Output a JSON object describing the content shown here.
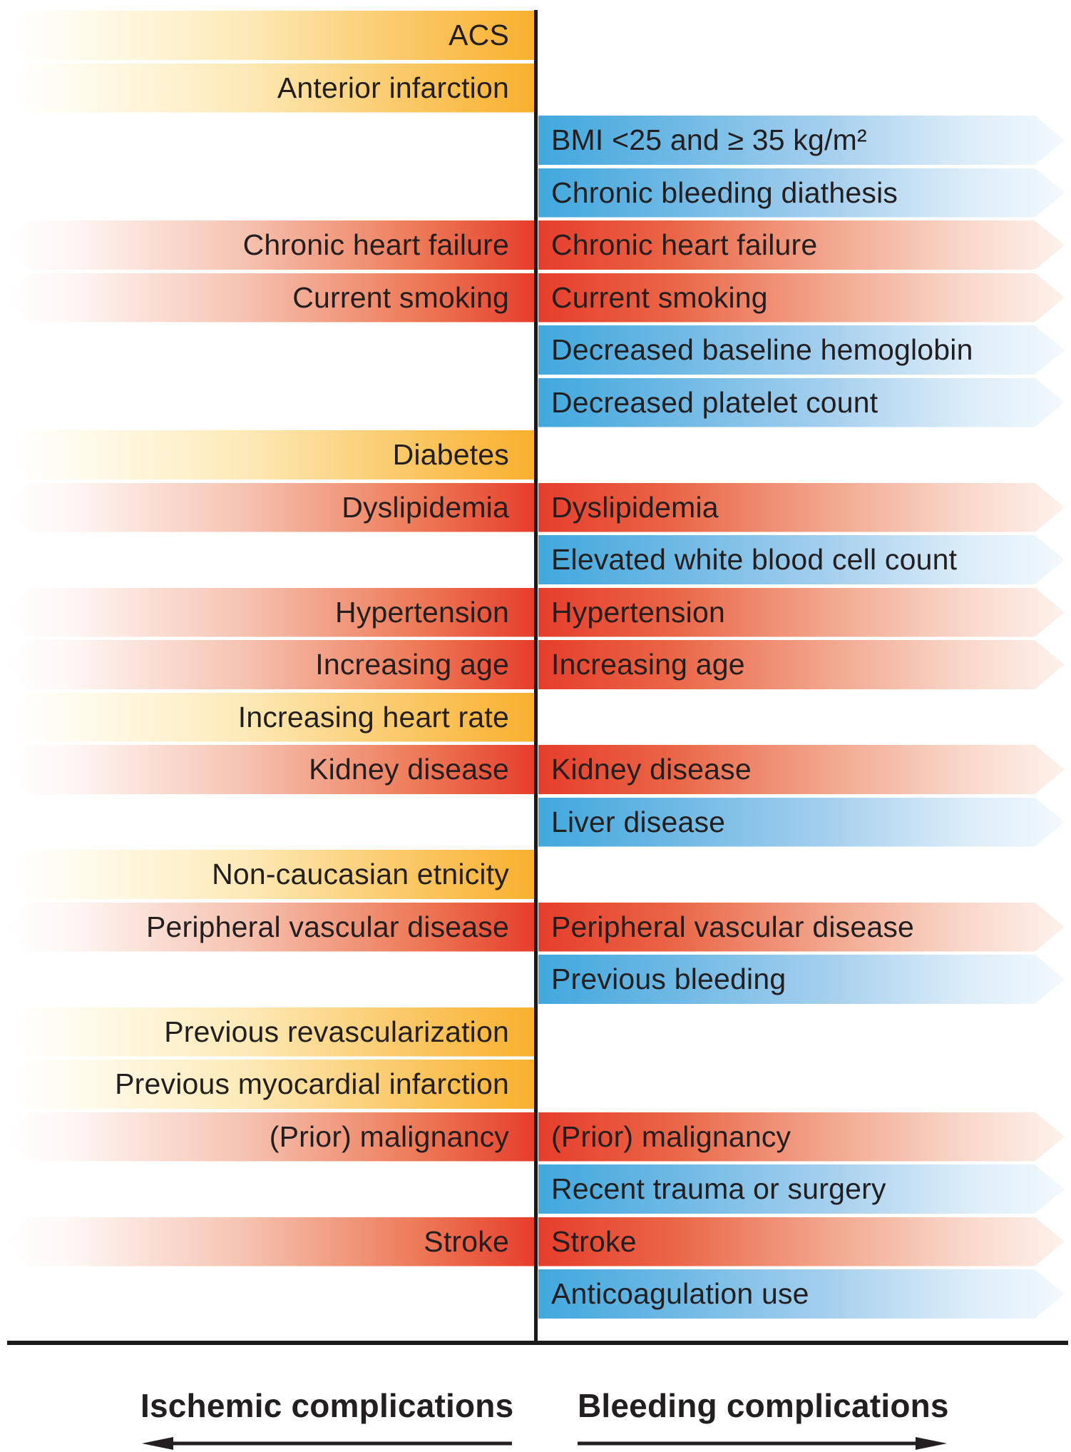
{
  "figure": {
    "type": "risk-factor-banner-diagram",
    "divider_color": "#1a1a1a",
    "text_color": "#231f20",
    "arrow_colors": {
      "ischemic_orange": "#f9b02f",
      "ischemic_red": "#e63e2c",
      "bleeding_red": "#e63e2c",
      "bleeding_blue": "#41a8dd",
      "fade_to": "#ffffff"
    }
  },
  "rows": [
    {
      "left": {
        "label": "ACS",
        "color": "orange"
      },
      "right": null
    },
    {
      "left": {
        "label": "Anterior infarction",
        "color": "orange"
      },
      "right": null
    },
    {
      "left": null,
      "right": {
        "label": "BMI <25 and ≥ 35 kg/m²",
        "color": "blue"
      }
    },
    {
      "left": null,
      "right": {
        "label": "Chronic bleeding diathesis",
        "color": "blue"
      }
    },
    {
      "left": {
        "label": "Chronic heart failure",
        "color": "red"
      },
      "right": {
        "label": "Chronic heart failure",
        "color": "red"
      }
    },
    {
      "left": {
        "label": "Current smoking",
        "color": "red"
      },
      "right": {
        "label": "Current smoking",
        "color": "red"
      }
    },
    {
      "left": null,
      "right": {
        "label": "Decreased baseline hemoglobin",
        "color": "blue"
      }
    },
    {
      "left": null,
      "right": {
        "label": "Decreased platelet count",
        "color": "blue"
      }
    },
    {
      "left": {
        "label": "Diabetes",
        "color": "orange"
      },
      "right": null
    },
    {
      "left": {
        "label": "Dyslipidemia",
        "color": "red"
      },
      "right": {
        "label": "Dyslipidemia",
        "color": "red"
      }
    },
    {
      "left": null,
      "right": {
        "label": "Elevated white blood cell count",
        "color": "blue"
      }
    },
    {
      "left": {
        "label": "Hypertension",
        "color": "red"
      },
      "right": {
        "label": "Hypertension",
        "color": "red"
      }
    },
    {
      "left": {
        "label": "Increasing age",
        "color": "red"
      },
      "right": {
        "label": "Increasing age",
        "color": "red"
      }
    },
    {
      "left": {
        "label": "Increasing heart rate",
        "color": "orange"
      },
      "right": null
    },
    {
      "left": {
        "label": "Kidney disease",
        "color": "red"
      },
      "right": {
        "label": "Kidney disease",
        "color": "red"
      }
    },
    {
      "left": null,
      "right": {
        "label": "Liver disease",
        "color": "blue"
      }
    },
    {
      "left": {
        "label": "Non-caucasian etnicity",
        "color": "orange"
      },
      "right": null
    },
    {
      "left": {
        "label": "Peripheral vascular disease",
        "color": "red"
      },
      "right": {
        "label": "Peripheral vascular disease",
        "color": "red"
      }
    },
    {
      "left": null,
      "right": {
        "label": "Previous bleeding",
        "color": "blue"
      }
    },
    {
      "left": {
        "label": "Previous revascularization",
        "color": "orange"
      },
      "right": null
    },
    {
      "left": {
        "label": "Previous myocardial infarction",
        "color": "orange"
      },
      "right": null
    },
    {
      "left": {
        "label": "(Prior) malignancy",
        "color": "red"
      },
      "right": {
        "label": "(Prior) malignancy",
        "color": "red"
      }
    },
    {
      "left": null,
      "right": {
        "label": "Recent trauma or surgery",
        "color": "blue"
      }
    },
    {
      "left": {
        "label": "Stroke",
        "color": "red"
      },
      "right": {
        "label": "Stroke",
        "color": "red"
      }
    },
    {
      "left": null,
      "right": {
        "label": "Anticoagulation use",
        "color": "blue"
      }
    }
  ],
  "footer": {
    "left_label": "Ischemic complications",
    "right_label": "Bleeding complications"
  }
}
